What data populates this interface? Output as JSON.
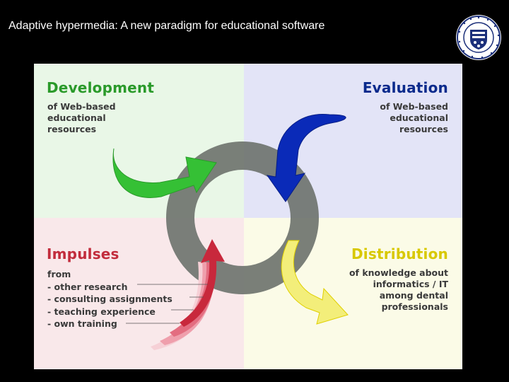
{
  "slide": {
    "title": "Adaptive hypermedia: A new paradigm for educational software"
  },
  "colors": {
    "development": "#2a9a2a",
    "evaluation": "#0a2a8c",
    "impulses": "#c22c3c",
    "distribution": "#e0d000",
    "ring": "#6f746f"
  },
  "quadrants": {
    "development": {
      "heading": "Development",
      "lines": [
        "of Web-based",
        "educational",
        "resources"
      ]
    },
    "evaluation": {
      "heading": "Evaluation",
      "lines": [
        "of Web-based",
        "educational",
        "resources"
      ]
    },
    "impulses": {
      "heading": "Impulses",
      "lines": [
        "from",
        "- other research",
        "- consulting assignments",
        "- teaching experience",
        "- own training"
      ]
    },
    "distribution": {
      "heading": "Distribution",
      "lines": [
        "of knowledge about",
        "informatics / IT",
        "among dental",
        "professionals"
      ]
    }
  },
  "icons": {
    "seal": "university-seal-icon"
  }
}
